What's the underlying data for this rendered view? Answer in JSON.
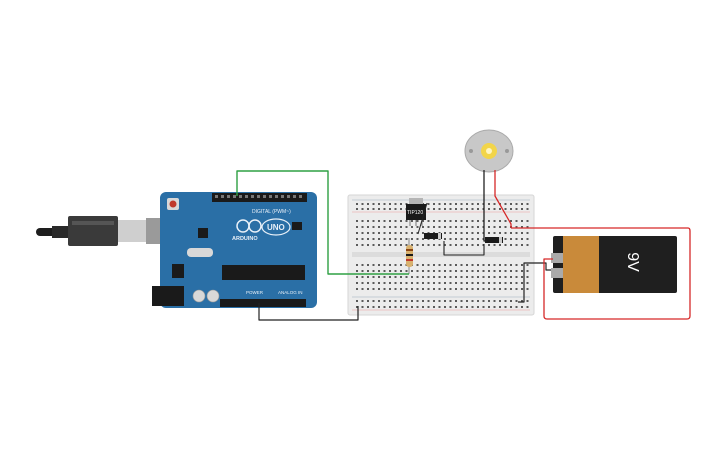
{
  "circuit": {
    "arduino": {
      "logo_text": "ARDUINO",
      "model_text": "UNO",
      "digital_label": "DIGITAL (PWM~)",
      "power_label": "POWER",
      "analog_label": "ANALOG IN"
    },
    "transistor": {
      "label": "TIP120"
    },
    "battery": {
      "label": "9V"
    },
    "wire_colors": {
      "signal": "#2ea043",
      "ground": "#222222",
      "positive": "#d62828"
    },
    "colors": {
      "arduino_board": "#2a6fa6",
      "breadboard": "#ececec",
      "battery_body": "#222222",
      "battery_cap": "#c98a3a",
      "motor_body": "#c8c8c8",
      "motor_shaft": "#f2d54a"
    }
  }
}
